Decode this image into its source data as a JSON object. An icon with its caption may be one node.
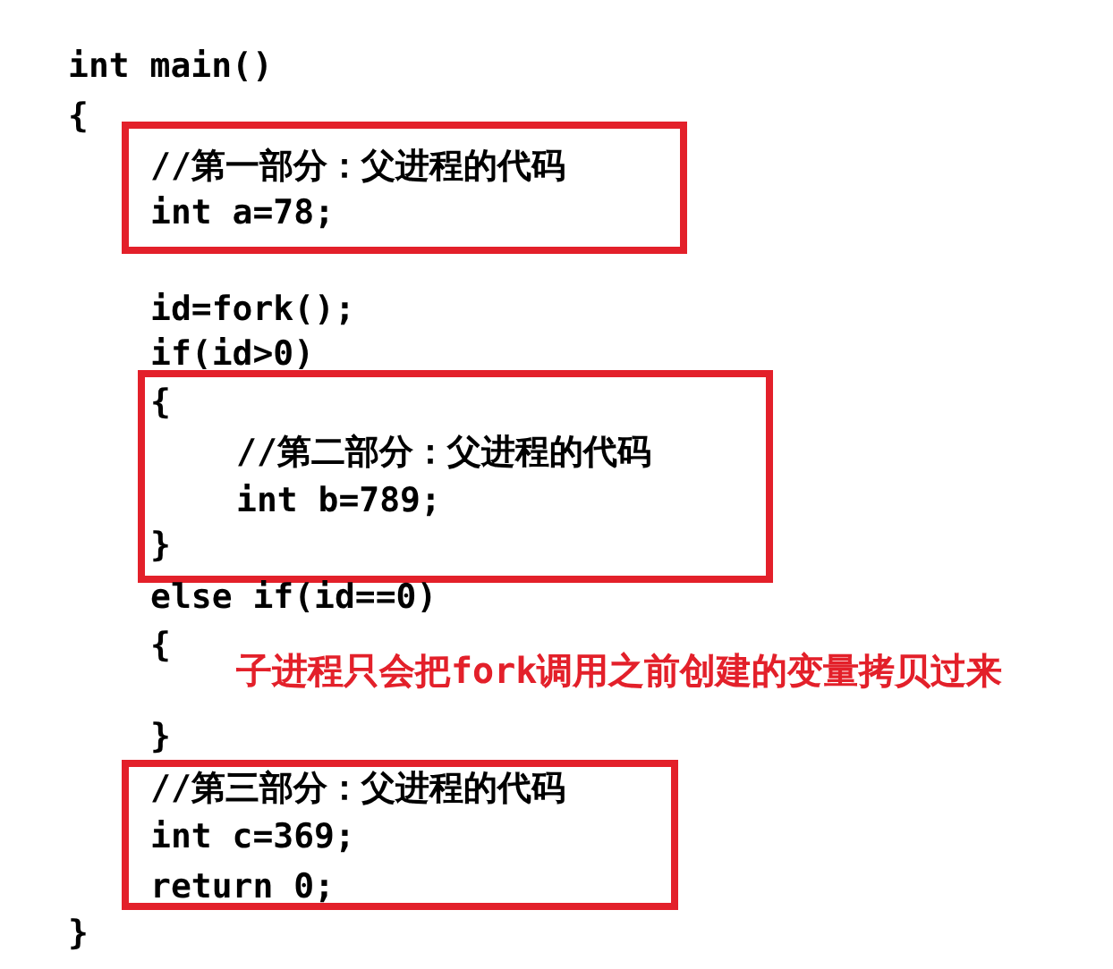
{
  "diagram": {
    "nodes": [
      {
        "text": [
          "//第一部分：父进程的代码",
          "int a=78;"
        ]
      },
      {
        "text": [
          "{",
          "//第二部分：父进程的代码",
          "int b=789;",
          "}"
        ]
      },
      {
        "text": [
          "//第三部分：父进程的代码",
          "int c=369;",
          "return 0;"
        ]
      }
    ],
    "labels": [
      "int main()",
      "{",
      "id=fork();",
      "if(id>0)",
      "else if(id==0)",
      "{",
      "子进程只会把fork调用之前创建的变量拷贝过来",
      "}",
      "}"
    ]
  }
}
